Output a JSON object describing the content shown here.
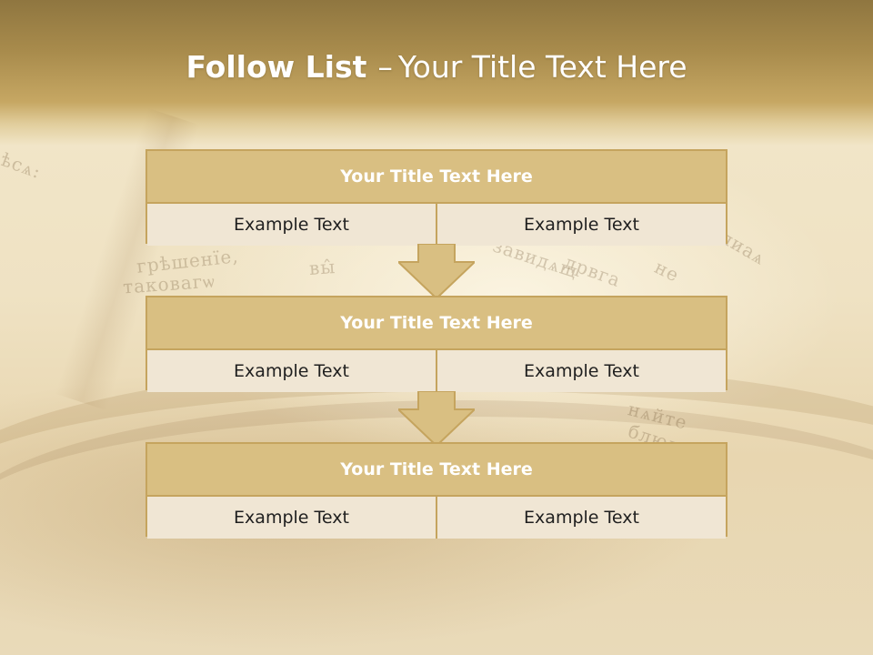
{
  "slide": {
    "title_bold": "Follow List",
    "title_separator": "–",
    "title_rest": "Your Title Text Here"
  },
  "blocks": [
    {
      "title": "Your Title Text Here",
      "left": "Example Text",
      "right": "Example Text"
    },
    {
      "title": "Your Title Text Here",
      "left": "Example Text",
      "right": "Example Text"
    },
    {
      "title": "Your Title Text Here",
      "left": "Example Text",
      "right": "Example Text"
    }
  ],
  "colors": {
    "accent": "#d9bf82",
    "border": "#c5a45e",
    "cell_fill": "#f0e6d4",
    "band": "#a88b4c"
  }
}
